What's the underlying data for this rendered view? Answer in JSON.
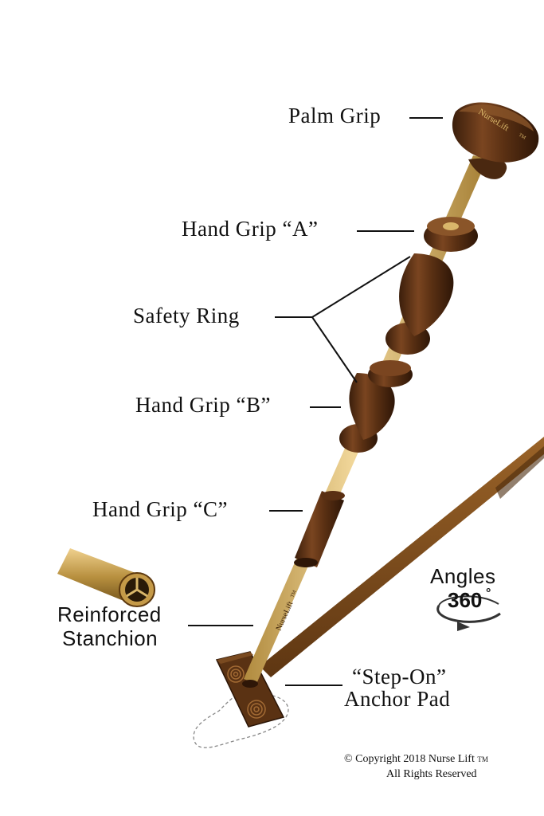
{
  "labels": {
    "palm_grip": "Palm Grip",
    "hand_grip_a": "Hand Grip “A”",
    "safety_ring": "Safety Ring",
    "hand_grip_b": "Hand Grip “B”",
    "hand_grip_c": "Hand Grip “C”",
    "reinforced_line1": "Reinforced",
    "reinforced_line2": "Stanchion",
    "angles_title": "Angles",
    "angles_value": "360",
    "angles_degree": "°",
    "anchor_line1": "“Step-On”",
    "anchor_line2": "Anchor Pad"
  },
  "brand": {
    "handle_logo": "NurseLift",
    "handle_tm": "TM",
    "shaft_logo": "NurseLift",
    "shaft_tm": "TM"
  },
  "copyright": {
    "line1": "©  Copyright 2018  Nurse Lift",
    "tm": "TM",
    "line2": "All Rights Reserved"
  },
  "colors": {
    "wood_dark": "#4a2810",
    "wood_mid": "#6b3a17",
    "wood_light": "#8a5529",
    "shaft": "#d9b66a",
    "rod": "#7a4a1c",
    "ink": "#111111"
  }
}
